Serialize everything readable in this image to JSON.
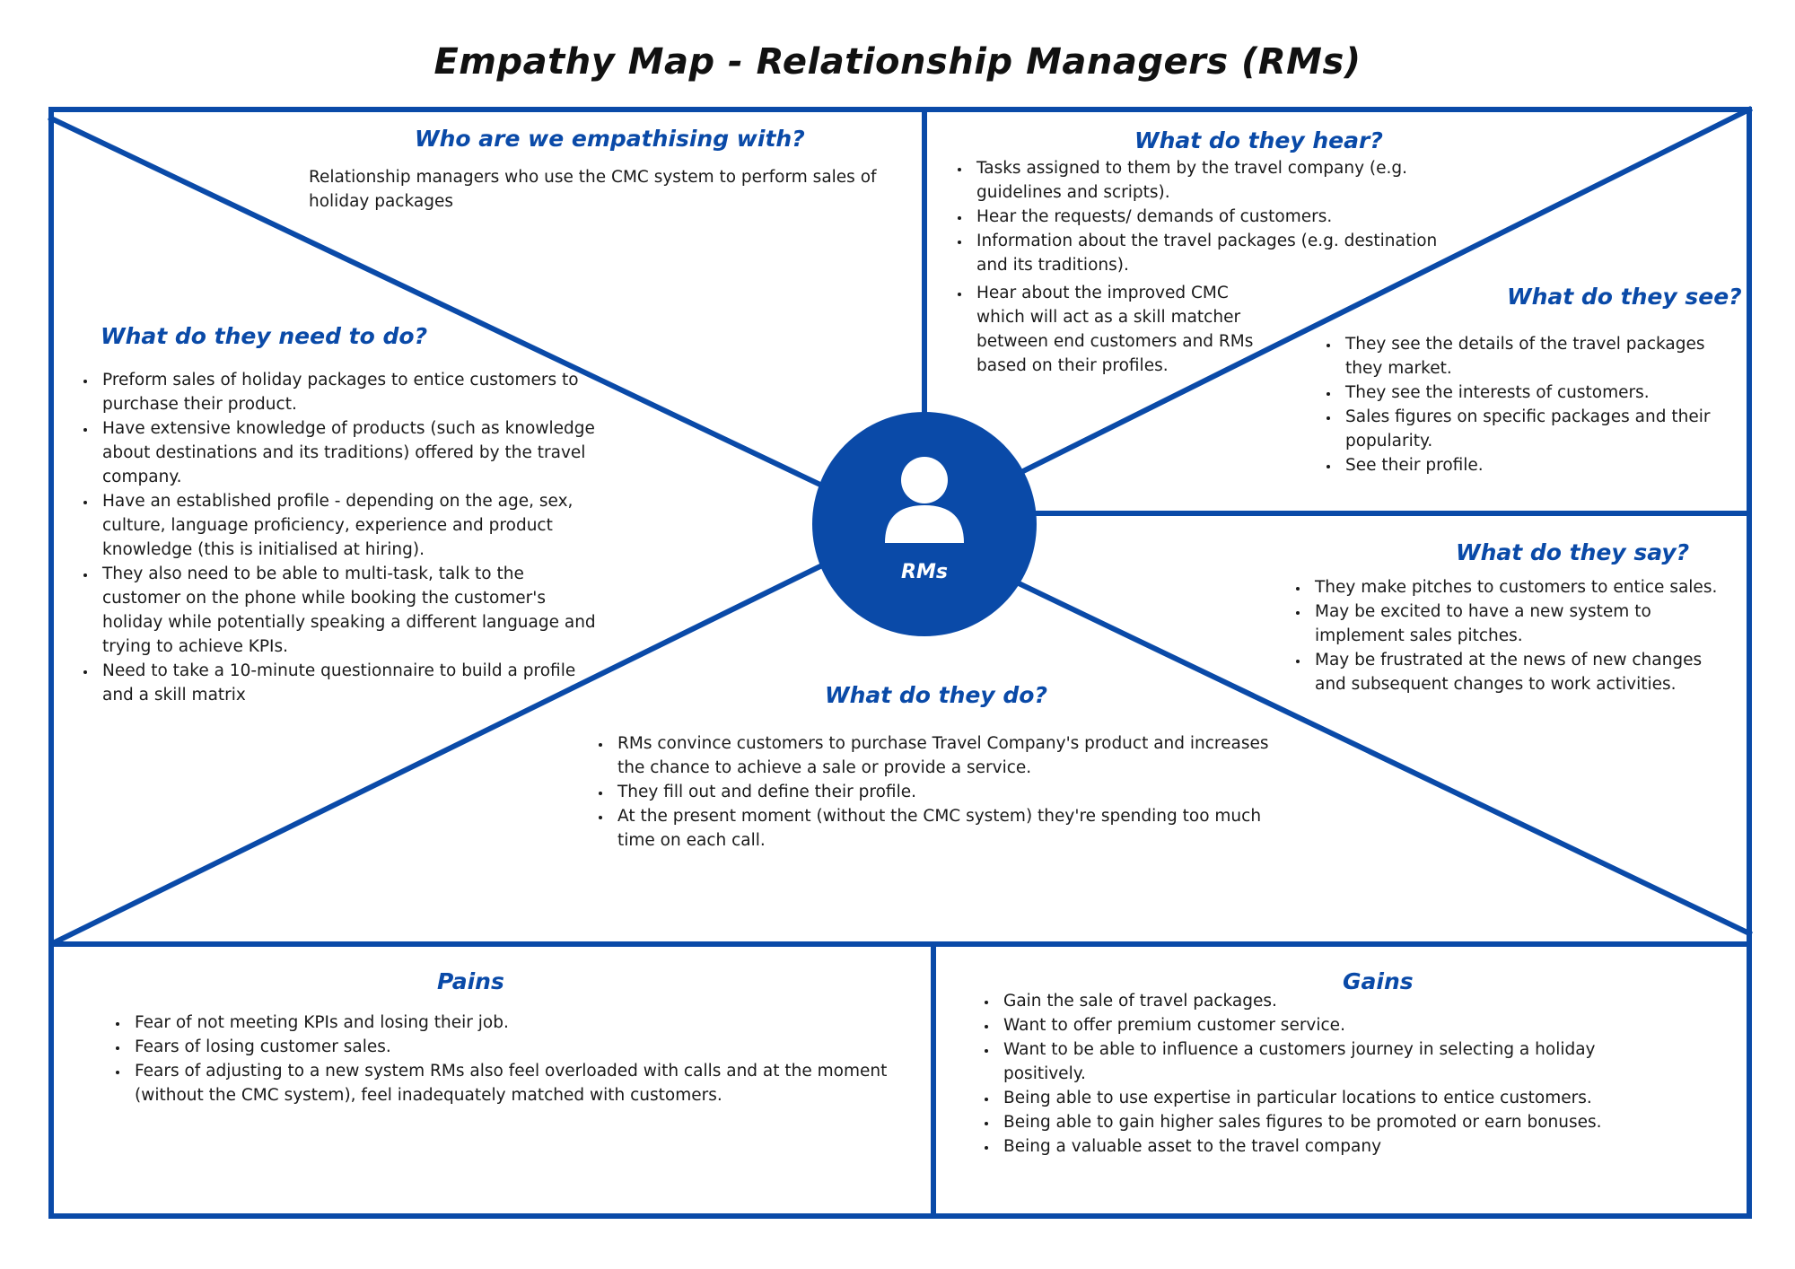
{
  "title": "Empathy Map - Relationship Managers (RMs)",
  "colors": {
    "frame": "#0a4aa8",
    "heading": "#0a4aa8",
    "body_text": "#1a1a1a"
  },
  "center": {
    "label": "RMs",
    "icon": "person-icon"
  },
  "who": {
    "heading": "Who are we empathising with?",
    "text": "Relationship managers who use the CMC system to perform sales of holiday packages"
  },
  "hear": {
    "heading": "What do they hear?",
    "items": [
      "Tasks assigned to them by the travel company (e.g. guidelines and scripts).",
      "Hear the requests/ demands of customers.",
      "Information about the travel packages (e.g. destination and its traditions).",
      "Hear about the improved CMC which will act as a skill matcher between end customers and RMs based on their profiles."
    ]
  },
  "need": {
    "heading": "What do they need to do?",
    "items": [
      "Preform sales of holiday packages to entice customers to purchase their product.",
      "Have extensive knowledge of products (such as knowledge about destinations and its traditions) offered by the travel company.",
      "Have an established profile - depending on the age, sex, culture, language proficiency, experience and product knowledge (this is initialised at hiring).",
      "They also need to be able to multi-task, talk to the customer on the phone while booking the customer's holiday while potentially speaking a different language and trying to achieve KPIs.",
      "Need to take a 10-minute questionnaire to build a profile and a skill matrix"
    ]
  },
  "see": {
    "heading": "What do they see?",
    "items": [
      "They see the details of the travel packages they market.",
      "They see the interests of customers.",
      "Sales figures on specific packages and their popularity.",
      "See their profile."
    ]
  },
  "say": {
    "heading": "What do they say?",
    "items": [
      "They make pitches to customers to entice sales.",
      "May be excited to have a new system to implement sales pitches.",
      "May be frustrated at the news of new changes and subsequent changes to work activities."
    ]
  },
  "do": {
    "heading": "What do they do?",
    "items": [
      "RMs convince customers to purchase Travel Company's product and increases the chance to achieve a sale or provide a service.",
      "They fill out and define their profile.",
      "At the present moment (without the CMC system) they're spending too much time on each call."
    ]
  },
  "pains": {
    "heading": "Pains",
    "items": [
      "Fear of not meeting KPIs and losing their job.",
      "Fears of losing customer sales.",
      "Fears of adjusting to a new system RMs also feel overloaded with calls and at the moment (without the CMC system), feel inadequately matched with customers."
    ]
  },
  "gains": {
    "heading": "Gains",
    "items": [
      "Gain the sale of travel packages.",
      "Want to offer premium customer service.",
      "Want to be able to influence a customers journey in selecting a holiday positively.",
      "Being able to use expertise in particular locations to entice customers.",
      "Being able to gain higher sales figures to be promoted or earn bonuses.",
      "Being a valuable asset to the travel company"
    ]
  }
}
